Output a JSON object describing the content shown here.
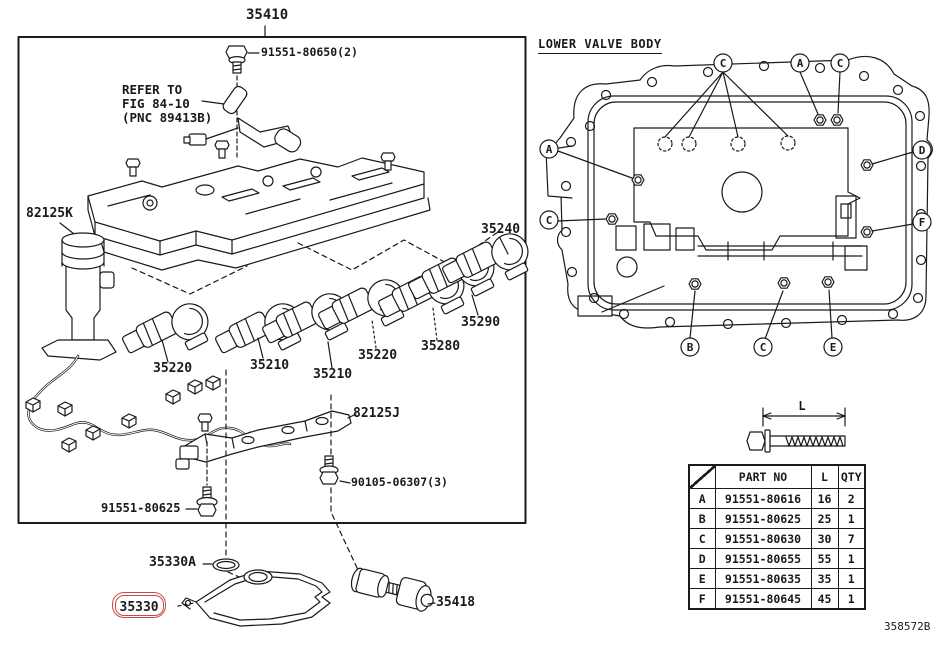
{
  "page": {
    "doc_code": "358572B"
  },
  "colors": {
    "line": "#1a1a1a",
    "highlight_red": "#c84b4b",
    "background": "#ffffff"
  },
  "exploded_view": {
    "assembly_label": "35410",
    "note": {
      "line1": "REFER TO",
      "line2": "FIG 84-10",
      "line3": "(PNC 89413B)"
    },
    "labels": {
      "bolt_top": "91551-80650(2)",
      "harness": "82125K",
      "sol_35240": "35240",
      "sol_35290": "35290",
      "sol_35280": "35280",
      "sol_35220_right": "35220",
      "sol_35210_mid": "35210",
      "sol_35210_left": "35210",
      "sol_35220_left": "35220",
      "bracket": "82125J",
      "bolt_90105": "90105-06307(3)",
      "bolt_80625": "91551-80625",
      "gasket": "35330A",
      "strainer": "35330",
      "accumulator": "35418"
    }
  },
  "lower_valve_body": {
    "title": "LOWER VALVE BODY",
    "dim_label": "L",
    "callouts": {
      "c_top": "C",
      "a_top": "A",
      "c_top2": "C",
      "a_left": "A",
      "d_right": "D",
      "c_left": "C",
      "f_right": "F",
      "b_bottom": "B",
      "c_bottom": "C",
      "e_bottom": "E"
    }
  },
  "parts_table": {
    "headers": [
      "PART NO",
      "L",
      "QTY"
    ],
    "rows": [
      {
        "ref": "A",
        "part_no": "91551-80616",
        "l": "16",
        "qty": "2"
      },
      {
        "ref": "B",
        "part_no": "91551-80625",
        "l": "25",
        "qty": "1"
      },
      {
        "ref": "C",
        "part_no": "91551-80630",
        "l": "30",
        "qty": "7"
      },
      {
        "ref": "D",
        "part_no": "91551-80655",
        "l": "55",
        "qty": "1"
      },
      {
        "ref": "E",
        "part_no": "91551-80635",
        "l": "35",
        "qty": "1"
      },
      {
        "ref": "F",
        "part_no": "91551-80645",
        "l": "45",
        "qty": "1"
      }
    ]
  }
}
